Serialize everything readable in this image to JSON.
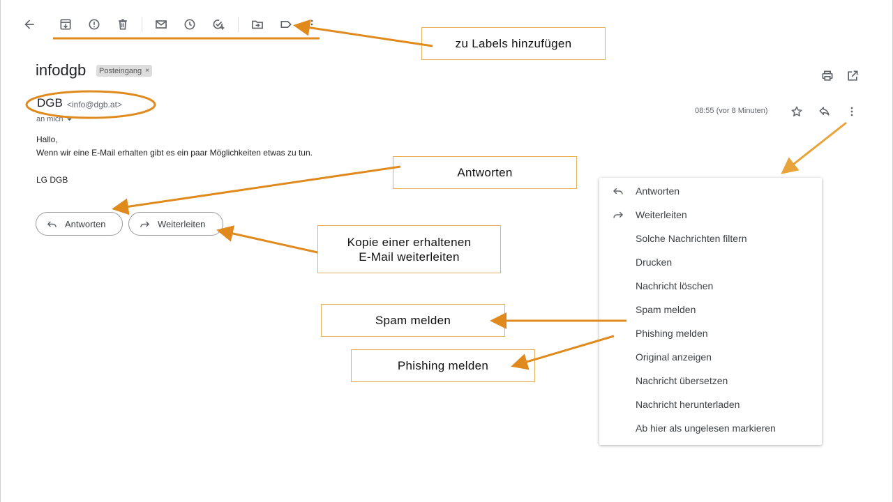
{
  "toolbar": {
    "icons": [
      "back-arrow-icon",
      "archive-icon",
      "report-spam-icon",
      "delete-icon",
      "mark-unread-icon",
      "snooze-icon",
      "add-to-tasks-icon",
      "move-to-icon",
      "label-icon",
      "more-vert-icon"
    ]
  },
  "email": {
    "subject": "infodgb",
    "label_chip": "Posteingang",
    "label_chip_close": "×",
    "sender_name": "DGB",
    "sender_email": "<info@dgb.at>",
    "recipient": "an mich",
    "timestamp": "08:55 (vor 8 Minuten)",
    "body": {
      "greeting": "Hallo,",
      "line1": "Wenn wir eine E-Mail erhalten gibt es ein paar Möglichkeiten etwas zu tun.",
      "signoff": "LG DGB"
    }
  },
  "actions": {
    "reply_label": "Antworten",
    "forward_label": "Weiterleiten"
  },
  "menu": {
    "items": [
      {
        "label": "Antworten",
        "icon": "reply-icon"
      },
      {
        "label": "Weiterleiten",
        "icon": "forward-icon"
      },
      {
        "label": "Solche Nachrichten filtern"
      },
      {
        "label": "Drucken"
      },
      {
        "label": "Nachricht löschen"
      },
      {
        "label": "Spam melden"
      },
      {
        "label": "Phishing melden"
      },
      {
        "label": "Original anzeigen"
      },
      {
        "label": "Nachricht übersetzen"
      },
      {
        "label": "Nachricht herunterladen"
      },
      {
        "label": "Ab hier als ungelesen markieren"
      }
    ]
  },
  "callouts": {
    "labels": "zu Labels hinzufügen",
    "reply": "Antworten",
    "forward_line1": "Kopie einer erhaltenen",
    "forward_line2": "E-Mail weiterleiten",
    "spam": "Spam melden",
    "phishing": "Phishing melden"
  },
  "colors": {
    "annotation_orange": "#e08a1e",
    "callout_border": "#e6b15a"
  }
}
